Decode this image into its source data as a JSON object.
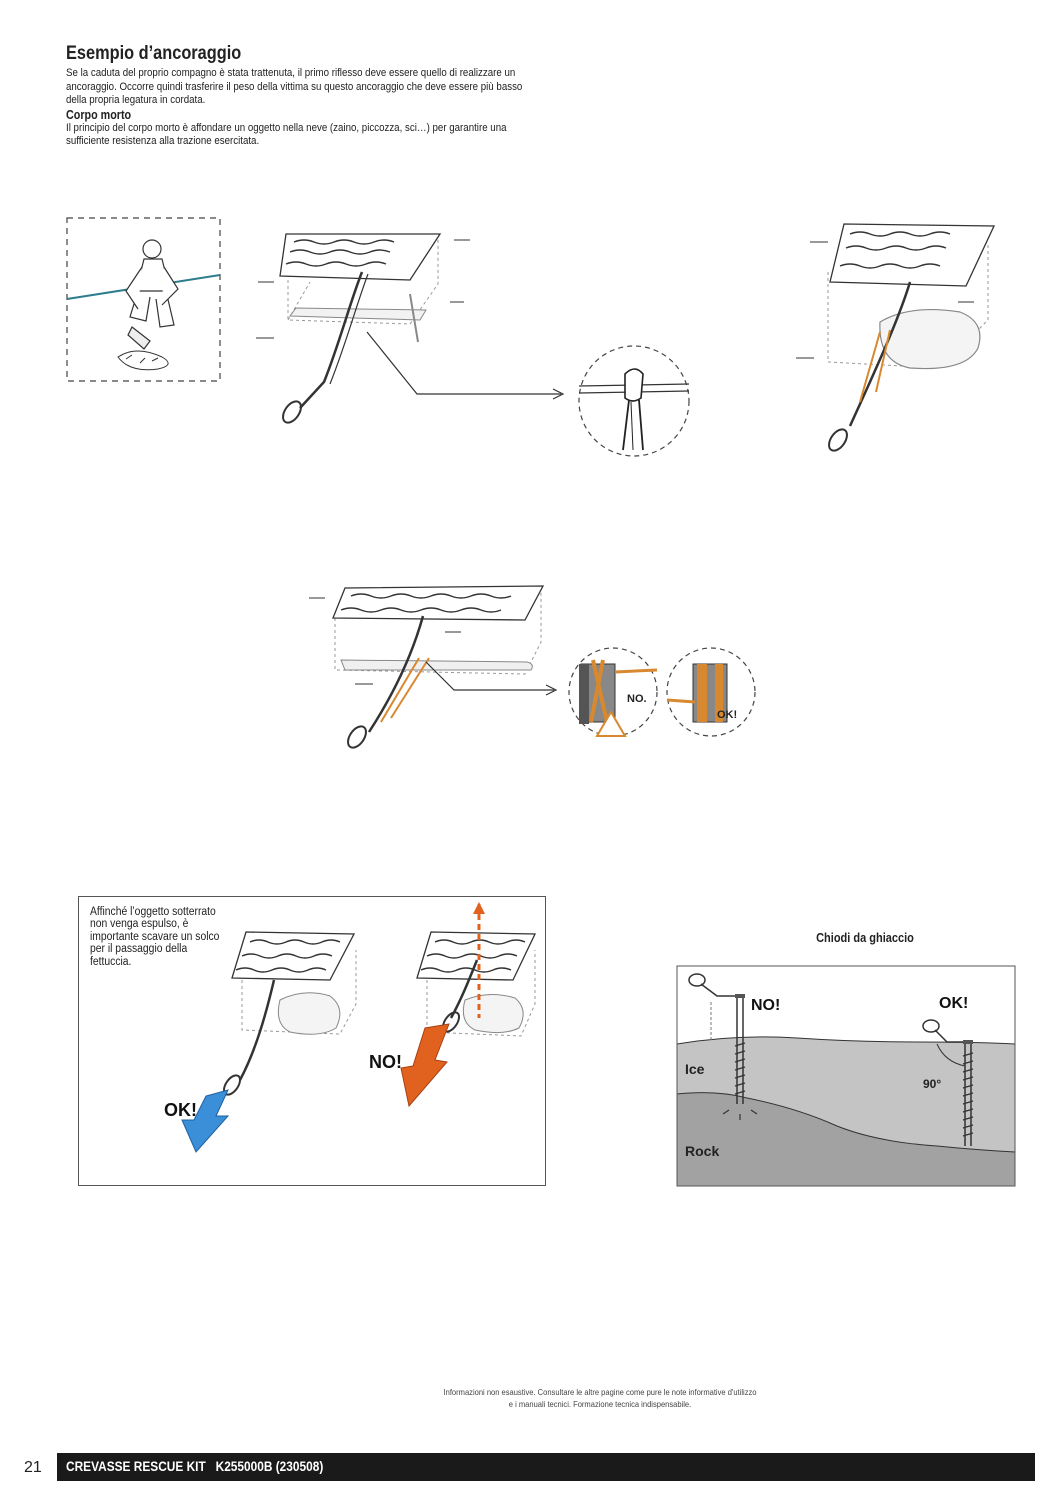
{
  "intro": {
    "title": "Esempio d’ancoraggio",
    "paragraph": "Se la caduta del proprio compagno è stata trattenuta, il primo riflesso deve essere quello di realizzare un ancoraggio. Occorre quindi trasferire il peso della vittima su questo ancoraggio che deve essere più basso della propria legatura in cordata.",
    "subtitle": "Corpo morto",
    "subparagraph": "Il principio del corpo morto è affondare un oggetto nella neve (zaino, piccozza, sci…) per garantire una sufficiente resistenza alla trazione esercitata."
  },
  "figures": {
    "ski_detail": {
      "no_label": "NO.",
      "ok_label": "OK!"
    },
    "trench": {
      "caption": "Affinché l’oggetto sotterrato non venga espulso, è importante scavare un solco per il passaggio della fettuccia.",
      "ok_label": "OK!",
      "no_label": "NO!"
    },
    "ice_screws": {
      "title": "Chiodi da ghiaccio",
      "no_label": "NO!",
      "ok_label": "OK!",
      "ice_label": "Ice",
      "rock_label": "Rock",
      "angle_label": "90°"
    }
  },
  "colors": {
    "rope": "#2e7d8c",
    "sling": "#d8892f",
    "ok_arrow": "#3b8fd8",
    "no_arrow": "#e0621e"
  },
  "footer": {
    "note_line1": "Informazioni non esaustive. Consultare le altre pagine come pure le note informative d'utilizzo",
    "note_line2": "e i manuali tecnici. Formazione tecnica indispensabile.",
    "page_number": "21",
    "doc_title": "CREVASSE RESCUE KIT   K255000B (230508)"
  }
}
